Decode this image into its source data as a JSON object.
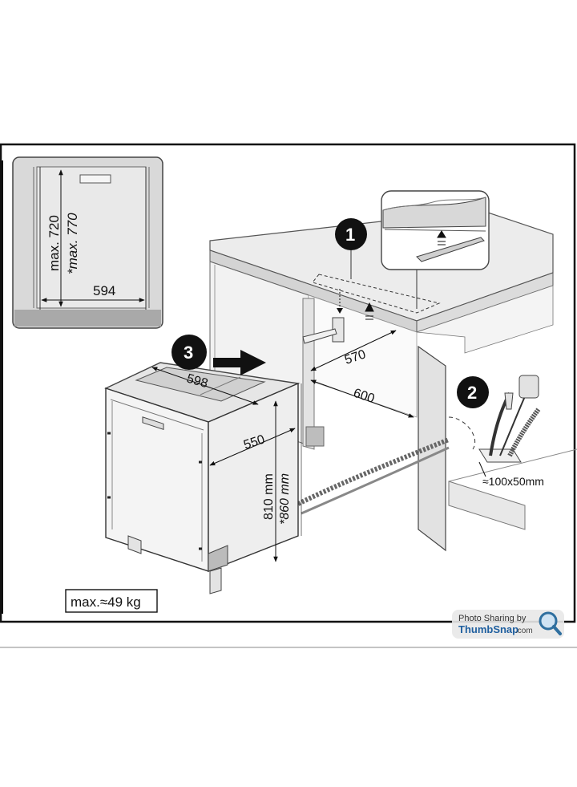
{
  "inset": {
    "max_height": "max. 720",
    "max_height_alt": "*max. 770",
    "width": "594"
  },
  "dimensions": {
    "niche_depth": "570",
    "cabinet_depth": "600",
    "appliance_width": "598",
    "appliance_depth": "550",
    "height": "810 mm",
    "height_alt": "*860 mm",
    "opening": "≈100x50mm",
    "weight": "max.≈49 kg"
  },
  "steps": [
    "1",
    "2",
    "3"
  ],
  "watermark": {
    "line1": "Photo Sharing by",
    "brand": "ThumbSnap",
    "suffix": ".com",
    "icon": "magnifier-icon"
  },
  "colors": {
    "frame": "#111111",
    "badge": "#111111",
    "panel": "#e6e6e6",
    "counter": "#ececec",
    "inset_bg": "#d9d9d9",
    "watermark_blue": "#1f5f9f"
  }
}
